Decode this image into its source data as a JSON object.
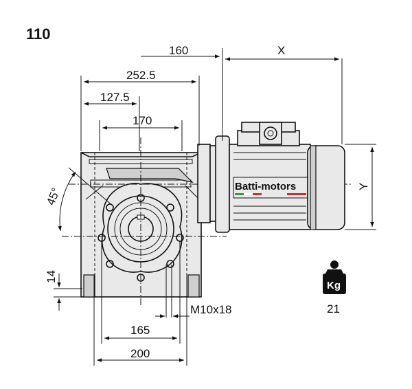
{
  "title": "110",
  "brand": {
    "name": "Batti-motors",
    "left_stripe": [
      "#2e9e3e",
      "#ffffff",
      "#d42b2b"
    ],
    "right_stripe": "#d42b2b"
  },
  "dimensions": {
    "d160": "160",
    "dX": "X",
    "d252_5": "252.5",
    "d127_5": "127.5",
    "d170": "170",
    "dY": "Y",
    "d45": "45°",
    "d14": "14",
    "d165": "165",
    "d200": "200",
    "thread": "M10x18"
  },
  "weight": {
    "unit": "Kg",
    "value": "21"
  }
}
